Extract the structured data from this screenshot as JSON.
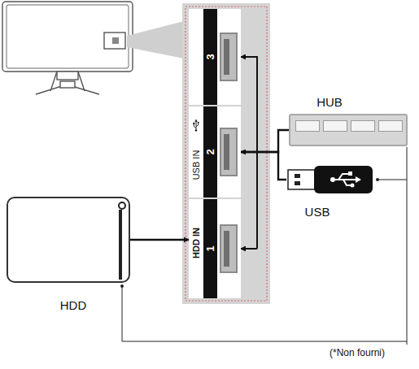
{
  "diagram": {
    "nodes": [
      {
        "text": [
          "3"
        ]
      },
      {
        "text": [
          "USB IN",
          "2"
        ]
      },
      {
        "text": [
          "HDD IN",
          "1"
        ]
      },
      {
        "text": [
          "HUB"
        ]
      },
      {
        "text": [
          "USB"
        ]
      },
      {
        "text": [
          "HDD"
        ]
      }
    ],
    "edges": [
      {
        "from": 5,
        "to": 2,
        "arrow": "to"
      },
      {
        "from": 3,
        "to": 0,
        "arrow": "to"
      },
      {
        "from": 3,
        "to": 1,
        "arrow": "to"
      },
      {
        "from": 3,
        "to": 2,
        "arrow": "to"
      },
      {
        "from": 4,
        "to": 0,
        "arrow": "to"
      },
      {
        "from": 4,
        "to": 1,
        "arrow": "to"
      },
      {
        "from": 4,
        "to": 2,
        "arrow": "to"
      }
    ],
    "labels": [
      "(*Non fourni)"
    ]
  }
}
